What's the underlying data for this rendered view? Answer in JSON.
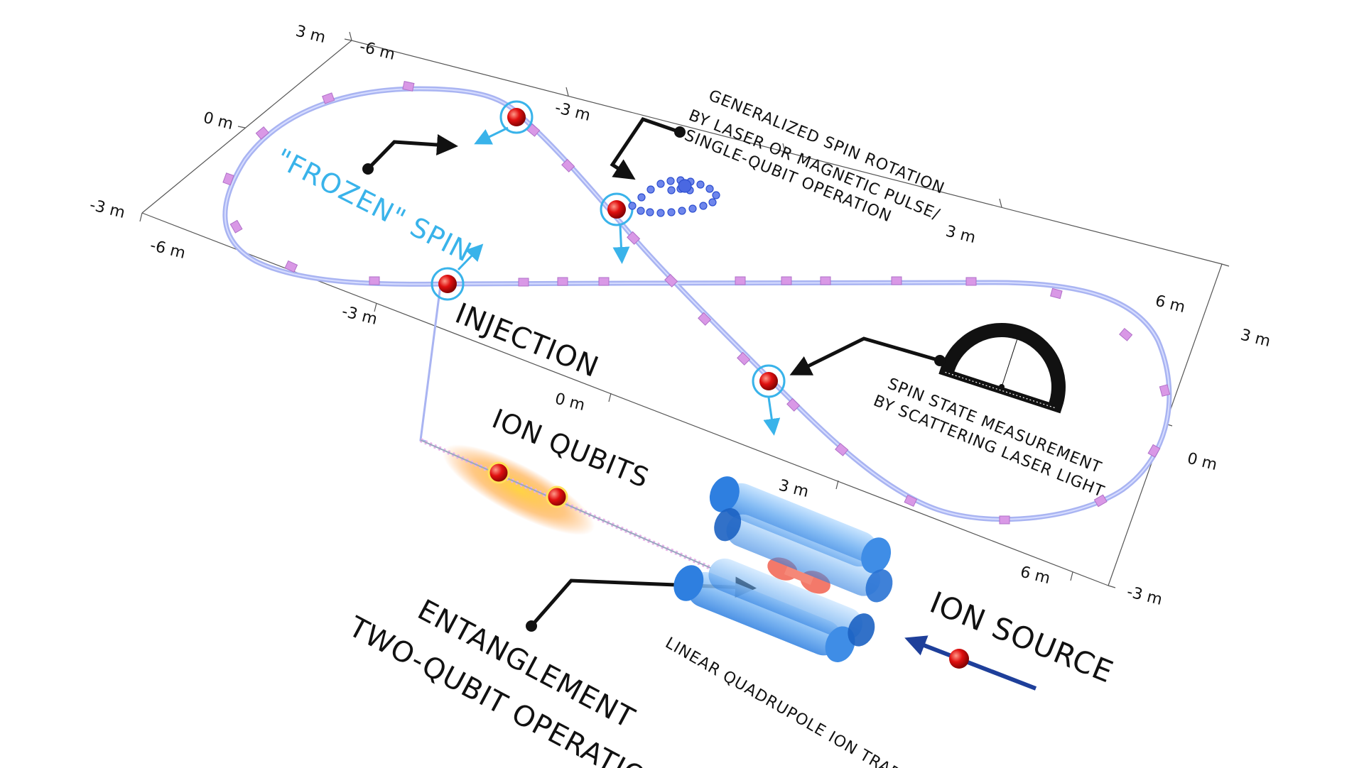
{
  "axis_ticks": {
    "back_left_top": "3 m",
    "back_left_0": "0 m",
    "back_left_bottom": "-3 m",
    "back_top_neg6": "-6 m",
    "back_top_neg3": "-3 m",
    "back_top_pos3": "3 m",
    "back_top_pos6": "6 m",
    "right_top": "3 m",
    "right_mid": "0 m",
    "right_bottom": "-3 m",
    "front_neg6": "-6 m",
    "front_neg3": "-3 m",
    "front_0": "0 m",
    "front_pos3": "3 m",
    "front_pos6": "6 m"
  },
  "labels": {
    "frozen_spin": "\"FROZEN\" SPIN",
    "injection": "INJECTION",
    "ion_qubits": "ION QUBITS",
    "rotation_line1": "GENERALIZED SPIN ROTATION",
    "rotation_line2": "BY LASER OR MAGNETIC PULSE/",
    "rotation_line3": "SINGLE-QUBIT OPERATION",
    "measure_line1": "SPIN STATE MEASUREMENT",
    "measure_line2": "BY SCATTERING LASER LIGHT",
    "entangle_line1": "ENTANGLEMENT",
    "entangle_line2": "TWO-QUBIT OPERATION",
    "trap": "LINEAR QUADRUPOLE ION TRAP",
    "ion_source": "ION SOURCE"
  },
  "colors": {
    "ring": "#a9b4f2",
    "magnet": "#d998e6",
    "ion": "#e01010",
    "spin_arrow": "#39b3ea",
    "trap_blue": "#2e7fe0",
    "source_arrow": "#1e3f9a"
  }
}
